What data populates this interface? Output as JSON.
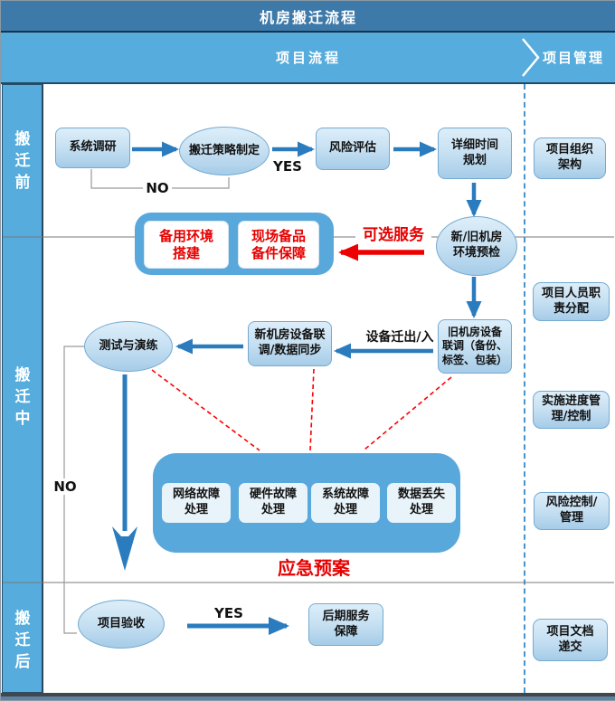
{
  "title": "机房搬迁流程",
  "header": {
    "process_lane": "项目流程",
    "management_lane": "项目管理"
  },
  "phases": [
    {
      "label": "搬\n迁\n前"
    },
    {
      "label": "搬\n迁\n中"
    },
    {
      "label": "搬\n迁\n后"
    }
  ],
  "flow": {
    "nodes": {
      "system_research": "系统调研",
      "strategy": "搬迁策略制定",
      "risk_assessment": "风险评估",
      "schedule": "详细时间\n规划",
      "env_precheck": "新/旧机房\n环境预检",
      "old_room": "旧机房设备\n联调（备份、\n标签、包装）",
      "new_room": "新机房设备联\n调/数据同步",
      "test_drill": "测试与演练",
      "acceptance": "项目验收",
      "post_service": "后期服务\n保障"
    },
    "labels": {
      "yes_top": "YES",
      "no_top": "NO",
      "yes_bottom": "YES",
      "no_mid": "NO",
      "device_move": "设备迁出/入",
      "optional_service": "可选服务",
      "emergency_plan": "应急预案"
    },
    "optional_services": [
      "备用环境\n搭建",
      "现场备品\n备件保障"
    ],
    "emergency_items": [
      "网络故障\n处理",
      "硬件故障\n处理",
      "系统故障\n处理",
      "数据丢失\n处理"
    ]
  },
  "management": [
    "项目组织\n架构",
    "项目人员职\n责分配",
    "实施进度管\n理/控制",
    "风险控制/\n管理",
    "项目文档\n递交"
  ],
  "colors": {
    "header_dark": "#3e7aa9",
    "header_light": "#55acdd",
    "node_border": "#74aad0",
    "arrow_blue": "#2a7cbe",
    "alert_red": "#e60000",
    "container_blue": "#59a8dc",
    "divider_dash": "#4596cd"
  }
}
